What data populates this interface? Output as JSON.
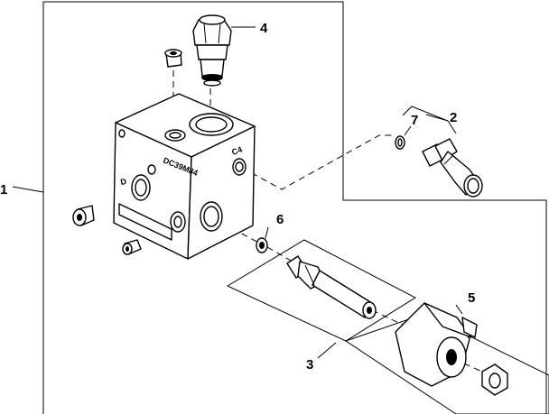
{
  "callouts": {
    "c1": "1",
    "c2": "2",
    "c3": "3",
    "c4": "4",
    "c5": "5",
    "c6": "6",
    "c7": "7"
  },
  "block_markings": {
    "port_c4": "C4",
    "port_d": "D",
    "part_code": "DC39M84"
  },
  "colors": {
    "ink": "#000000",
    "paper": "#ffffff"
  }
}
